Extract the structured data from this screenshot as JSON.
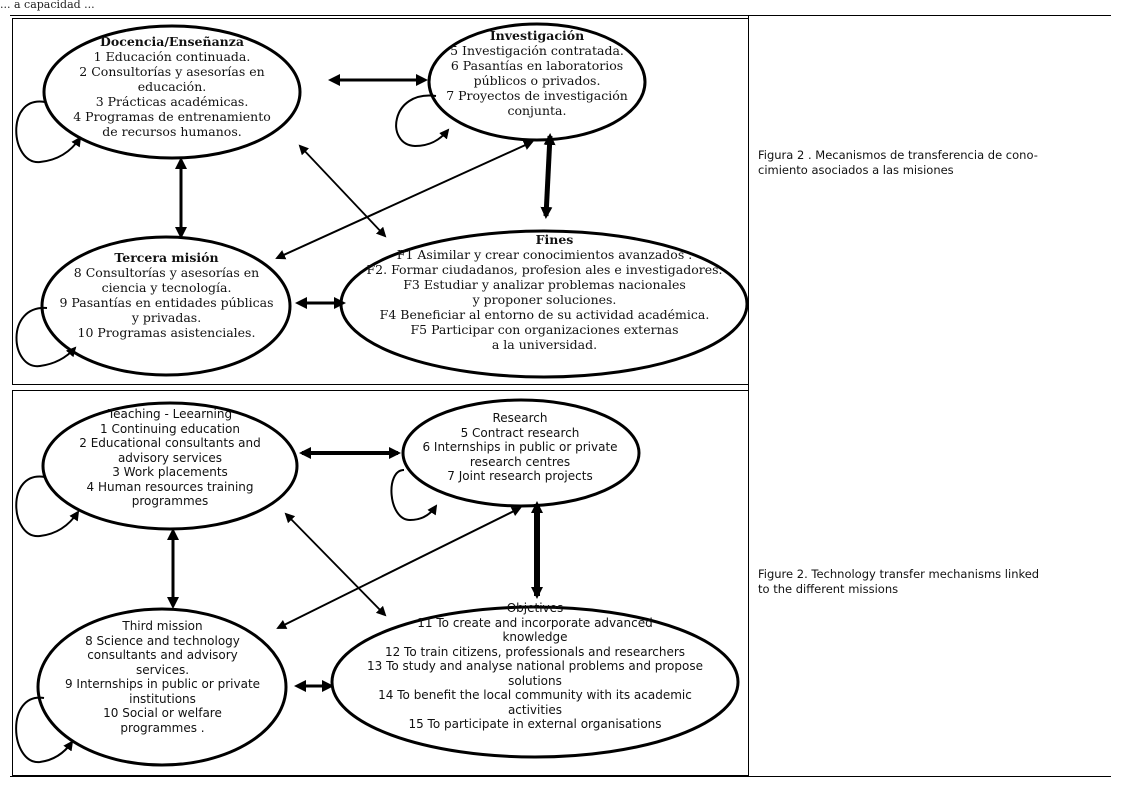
{
  "page": {
    "top_crop_text": "... a capacidad ...",
    "background_color": "#ffffff",
    "line_color": "#000000"
  },
  "spanish": {
    "docencia": {
      "title": "Docencia/Enseñanza",
      "lines": [
        "1 Educación continuada.",
        "2 Consultorías y asesorías en",
        "educación.",
        "3 Prácticas académicas.",
        "4 Programas de entrenamiento",
        "de recursos humanos."
      ]
    },
    "investigacion": {
      "title": "Investigación",
      "lines": [
        "5 Investigación contratada.",
        "6 Pasantías en laboratorios",
        "públicos o privados.",
        "7 Proyectos de investigación",
        "conjunta."
      ]
    },
    "tercera": {
      "title": "Tercera misión",
      "lines": [
        "8 Consultorías y asesorías en",
        "ciencia y tecnología.",
        "9 Pasantías en entidades públicas",
        "y privadas.",
        "10 Programas asistenciales."
      ]
    },
    "fines": {
      "title": "Fines",
      "lines": [
        "F1 Asimilar y crear conocimientos avanzados .",
        "F2. Formar ciudadanos, profesion ales e investigadores.",
        "F3 Estudiar y analizar problemas nacionales",
        "y proponer soluciones.",
        "F4 Beneficiar al entorno de su actividad académica.",
        "F5 Participar con organizaciones externas",
        "a la universidad."
      ]
    },
    "caption": [
      "Figura 2 . Mecanismos de transferencia de cono-",
      "cimiento asociados a las misiones"
    ]
  },
  "english": {
    "teaching": {
      "title": "Teaching - Leearning",
      "lines": [
        "1 Continuing education",
        "2 Educational consultants and",
        "advisory services",
        "3 Work placements",
        "4 Human resources training",
        "programmes"
      ]
    },
    "research": {
      "title": "Research",
      "lines": [
        "5 Contract research",
        "6 Internships in public or private",
        "research centres",
        "7 Joint research projects"
      ]
    },
    "third": {
      "title": "Third mission",
      "lines": [
        "8 Science and technology",
        "consultants and advisory",
        "services.",
        "9 Internships in public or private",
        "institutions",
        "10 Social or welfare",
        "programmes ."
      ]
    },
    "objectives": {
      "title": "Objetives",
      "lines": [
        "11 To create and incorporate advanced",
        "knowledge",
        "12 To train citizens, professionals and researchers",
        "13 To study and analyse national problems and propose",
        "solutions",
        "14 To benefit the local community with its academic",
        "activities",
        "15 To participate in external organisations"
      ]
    },
    "caption": [
      "Figure 2. Technology transfer mechanisms linked",
      "to the different missions"
    ]
  }
}
